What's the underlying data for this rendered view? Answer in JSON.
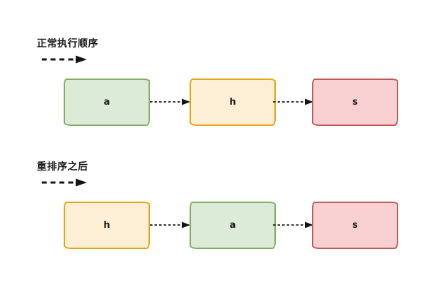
{
  "diagram": {
    "background": "#ffffff",
    "text_color": "#1c1c1c",
    "arrow_color": "#141414",
    "rows": [
      {
        "label": "正常执行顺序",
        "legend_icon": "dashed-arrow-right",
        "boxes": [
          {
            "label": "a",
            "fill": "#dcead8",
            "stroke": "#7fae63"
          },
          {
            "label": "h",
            "fill": "#fdeed6",
            "stroke": "#e2a614"
          },
          {
            "label": "s",
            "fill": "#f8d0d2",
            "stroke": "#bd5a55"
          }
        ]
      },
      {
        "label": "重排序之后",
        "legend_icon": "dashed-arrow-right",
        "boxes": [
          {
            "label": "h",
            "fill": "#fdeed6",
            "stroke": "#e2a614"
          },
          {
            "label": "a",
            "fill": "#dcead8",
            "stroke": "#7fae63"
          },
          {
            "label": "s",
            "fill": "#f8d0d2",
            "stroke": "#bd5a55"
          }
        ]
      }
    ]
  }
}
